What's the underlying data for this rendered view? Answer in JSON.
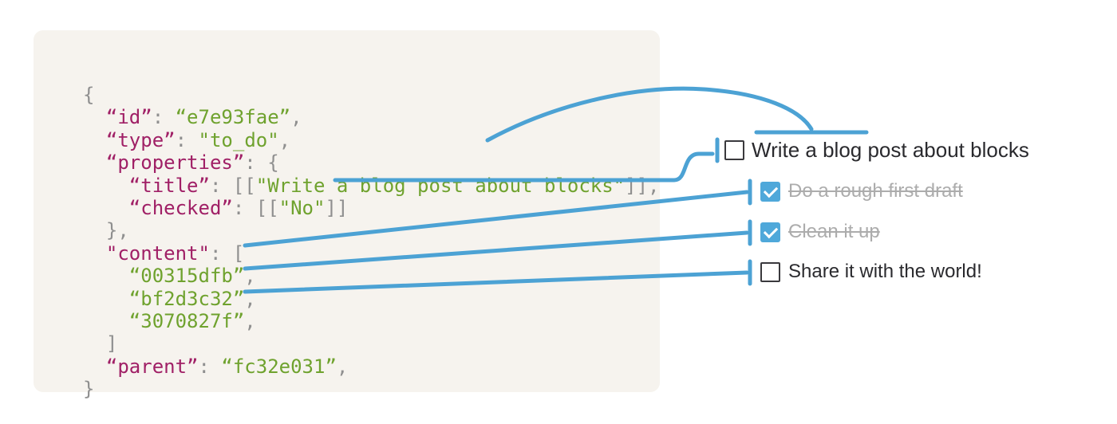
{
  "colors": {
    "accent": "#4CA2D4",
    "checkbox_checked": "#4FA8DA",
    "code_background": "#F6F3EE",
    "json_key": "#A02066",
    "json_string": "#6FA22E",
    "json_punctuation": "#8F8F8F",
    "todo_text": "#2A2A2E",
    "todo_done_text": "#ACACAC",
    "checkbox_border": "#3A393D"
  },
  "code": {
    "lines": [
      [
        {
          "t": "{",
          "c": "pun"
        }
      ],
      [
        {
          "t": "  ",
          "c": "pun"
        },
        {
          "t": "“id”",
          "c": "key"
        },
        {
          "t": ": ",
          "c": "pun"
        },
        {
          "t": "“e7e93fae”",
          "c": "str"
        },
        {
          "t": ",",
          "c": "pun"
        }
      ],
      [
        {
          "t": "  ",
          "c": "pun"
        },
        {
          "t": "“type”",
          "c": "key"
        },
        {
          "t": ": ",
          "c": "pun"
        },
        {
          "t": "\"to_do\"",
          "c": "str"
        },
        {
          "t": ",",
          "c": "pun"
        }
      ],
      [
        {
          "t": "  ",
          "c": "pun"
        },
        {
          "t": "“properties”",
          "c": "key"
        },
        {
          "t": ": {",
          "c": "pun"
        }
      ],
      [
        {
          "t": "    ",
          "c": "pun"
        },
        {
          "t": "“title”",
          "c": "key"
        },
        {
          "t": ": [[",
          "c": "pun"
        },
        {
          "t": "\"Write a blog post about blocks\"",
          "c": "str"
        },
        {
          "t": "]],",
          "c": "pun"
        }
      ],
      [
        {
          "t": "    ",
          "c": "pun"
        },
        {
          "t": "“checked”",
          "c": "key"
        },
        {
          "t": ": [[",
          "c": "pun"
        },
        {
          "t": "\"No\"",
          "c": "str"
        },
        {
          "t": "]]",
          "c": "pun"
        }
      ],
      [
        {
          "t": "  },",
          "c": "pun"
        }
      ],
      [
        {
          "t": "  ",
          "c": "pun"
        },
        {
          "t": "\"content\"",
          "c": "key"
        },
        {
          "t": ": [",
          "c": "pun"
        }
      ],
      [
        {
          "t": "    ",
          "c": "pun"
        },
        {
          "t": "“00315dfb”",
          "c": "str"
        },
        {
          "t": ",",
          "c": "pun"
        }
      ],
      [
        {
          "t": "    ",
          "c": "pun"
        },
        {
          "t": "“bf2d3c32”",
          "c": "str"
        },
        {
          "t": ",",
          "c": "pun"
        }
      ],
      [
        {
          "t": "    ",
          "c": "pun"
        },
        {
          "t": "“3070827f”",
          "c": "str"
        },
        {
          "t": ",",
          "c": "pun"
        }
      ],
      [
        {
          "t": "  ]",
          "c": "pun"
        }
      ],
      [
        {
          "t": "  ",
          "c": "pun"
        },
        {
          "t": "“parent”",
          "c": "key"
        },
        {
          "t": ": ",
          "c": "pun"
        },
        {
          "t": "“fc32e031”",
          "c": "str"
        },
        {
          "t": ",",
          "c": "pun"
        }
      ],
      [
        {
          "t": "}",
          "c": "pun"
        }
      ]
    ]
  },
  "todo": {
    "items": [
      {
        "label": "Write a blog post about blocks",
        "checked": false
      },
      {
        "label": "Do a rough first draft",
        "checked": true
      },
      {
        "label": "Clean it up",
        "checked": true
      },
      {
        "label": "Share it with the world!",
        "checked": false
      }
    ]
  }
}
